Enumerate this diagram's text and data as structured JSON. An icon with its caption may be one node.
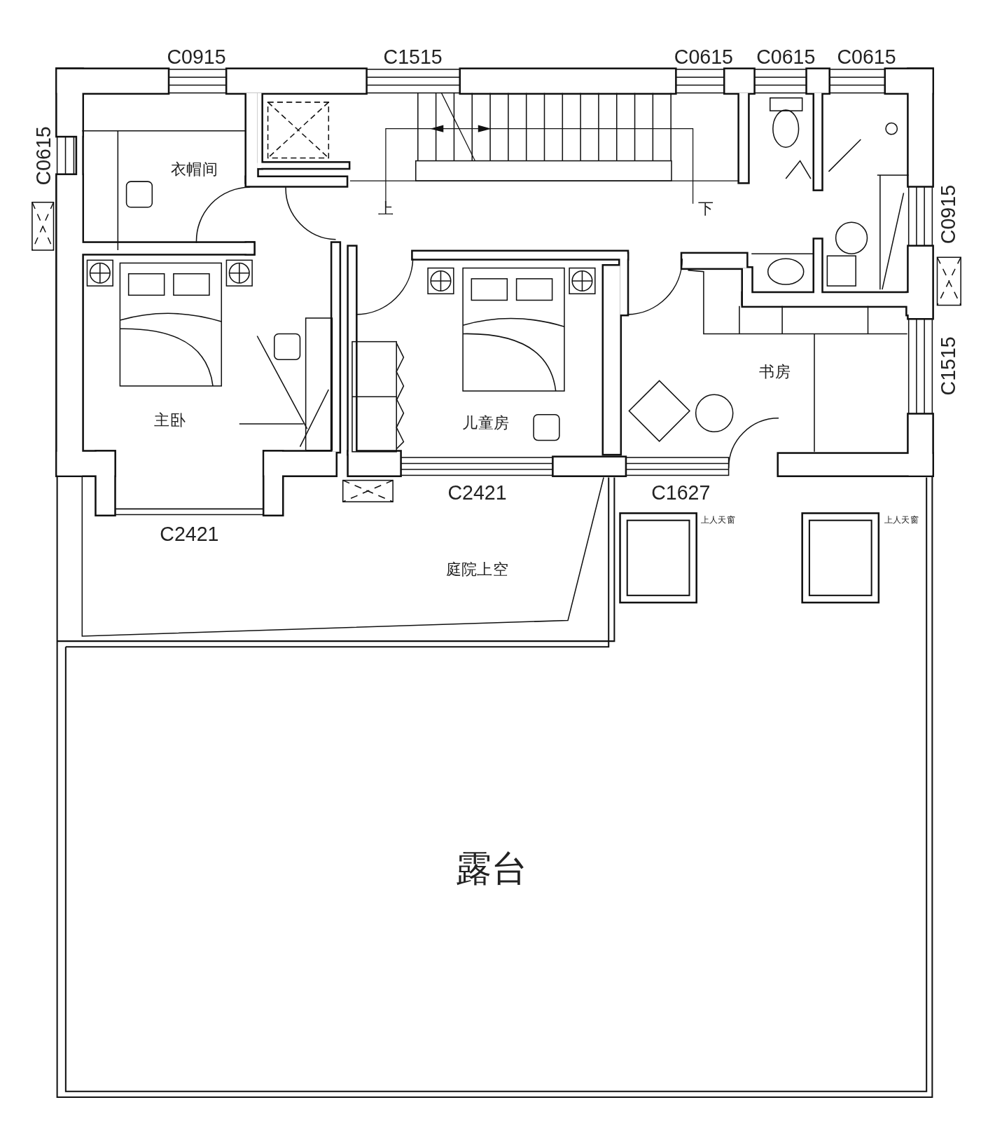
{
  "diagram": {
    "nodes": [
      {
        "text": [
          "衣帽间"
        ]
      },
      {
        "text": [
          "主卧"
        ]
      },
      {
        "text": [
          "儿童房"
        ]
      },
      {
        "text": [
          "书房"
        ]
      },
      {
        "text": [
          "庭院上空"
        ]
      },
      {
        "text": [
          "露台"
        ]
      }
    ],
    "labels": [
      "C0915",
      "C1515",
      "C0615",
      "C0615",
      "C0615",
      "C0615",
      "上",
      "下",
      "C0915",
      "C1515",
      "C2421",
      "C1627",
      "上人天窗",
      "上人天窗",
      "C2421"
    ]
  }
}
